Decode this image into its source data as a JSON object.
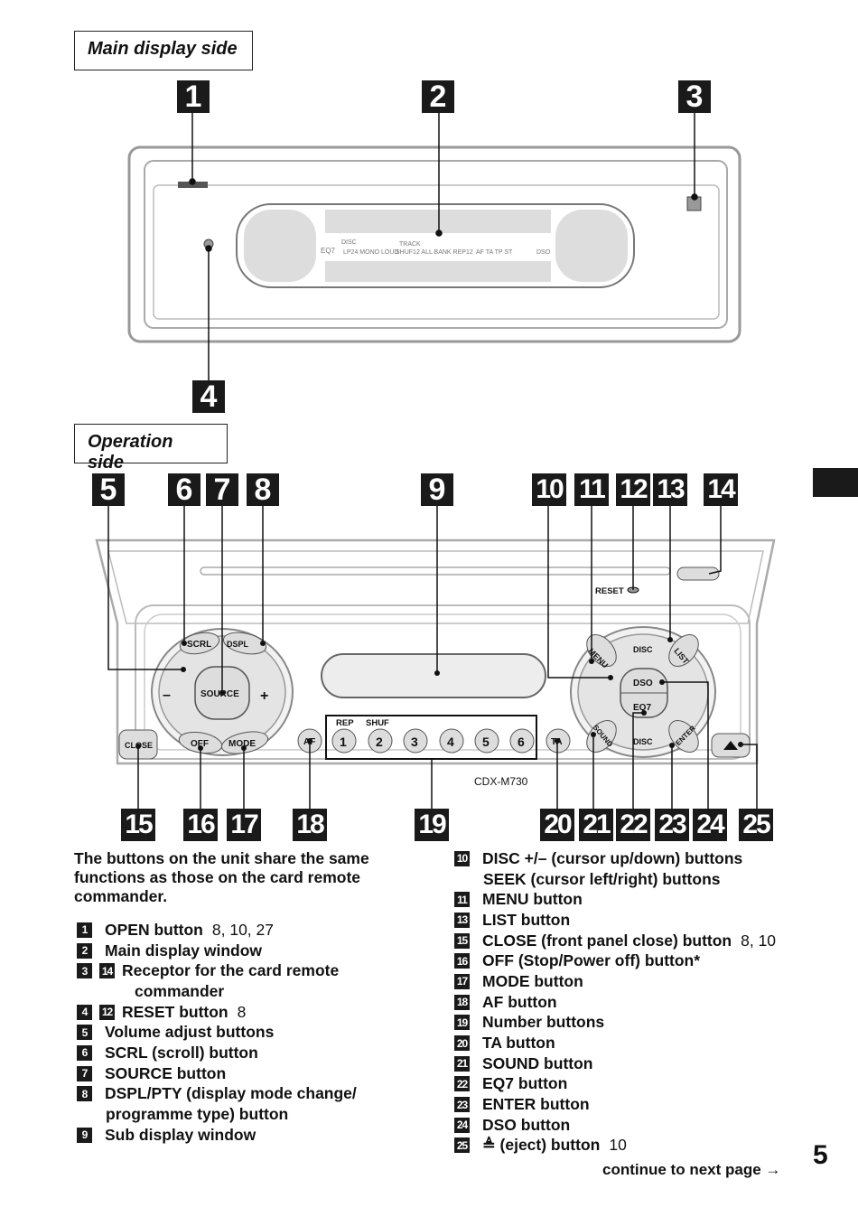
{
  "sections": {
    "main_display_side": "Main display side",
    "operation_side": "Operation side"
  },
  "callouts": [
    "1",
    "2",
    "3",
    "4",
    "5",
    "6",
    "7",
    "8",
    "9",
    "10",
    "11",
    "12",
    "13",
    "14",
    "15",
    "16",
    "17",
    "18",
    "19",
    "20",
    "21",
    "22",
    "23",
    "24",
    "25"
  ],
  "device": {
    "model": "CDX-M730",
    "reset_label": "RESET",
    "display_text": {
      "disc": "DISC",
      "track": "TRACK",
      "eq7": "EQ7",
      "lp24": "LP24 MONO LOUD",
      "shuf": "SHUF12 ALL BANK REP12",
      "af": "AF TA TP ST",
      "dso": "DSO"
    },
    "buttons": {
      "scrl": "SCRL",
      "dspl": "DSPL",
      "source": "SOURCE",
      "minus": "–",
      "plus": "+",
      "off": "OFF",
      "mode": "MODE",
      "close": "CLOSE",
      "af": "AF",
      "ta": "TA",
      "rep": "REP",
      "shuf": "SHUF",
      "numbers": [
        "1",
        "2",
        "3",
        "4",
        "5",
        "6"
      ],
      "menu": "MENU",
      "list": "LIST",
      "disc_plus": "DISC",
      "dso": "DSO",
      "eq7": "EQ7",
      "disc_minus": "DISC",
      "sound": "SOUND",
      "enter": "ENTER"
    }
  },
  "intro": "The buttons on the unit share the same functions as those on the card remote commander.",
  "left_list": [
    {
      "tags": [
        "1"
      ],
      "text": "OPEN button",
      "pages": "8, 10, 27"
    },
    {
      "tags": [
        "2"
      ],
      "text": "Main display window",
      "pages": ""
    },
    {
      "tags": [
        "3",
        "14"
      ],
      "text": "Receptor for the card remote",
      "pages": ""
    },
    {
      "tags": [],
      "text": "commander",
      "pages": "",
      "cont": 2
    },
    {
      "tags": [
        "4",
        "12"
      ],
      "text": "RESET button",
      "pages": "8"
    },
    {
      "tags": [
        "5"
      ],
      "text": "Volume adjust buttons",
      "pages": ""
    },
    {
      "tags": [
        "6"
      ],
      "text": "SCRL (scroll) button",
      "pages": ""
    },
    {
      "tags": [
        "7"
      ],
      "text": "SOURCE button",
      "pages": ""
    },
    {
      "tags": [
        "8"
      ],
      "text": "DSPL/PTY (display mode change/",
      "pages": ""
    },
    {
      "tags": [],
      "text": "programme type) button",
      "pages": "",
      "cont": 1
    },
    {
      "tags": [
        "9"
      ],
      "text": "Sub display window",
      "pages": ""
    }
  ],
  "right_list": [
    {
      "tags": [
        "10"
      ],
      "text": "DISC +/– (cursor up/down) buttons",
      "pages": ""
    },
    {
      "tags": [],
      "text": "SEEK (cursor left/right) buttons",
      "pages": "",
      "cont": 1
    },
    {
      "tags": [
        "11"
      ],
      "text": "MENU button",
      "pages": ""
    },
    {
      "tags": [
        "13"
      ],
      "text": "LIST button",
      "pages": ""
    },
    {
      "tags": [
        "15"
      ],
      "text": "CLOSE (front panel close) button",
      "pages": "8, 10"
    },
    {
      "tags": [
        "16"
      ],
      "text": "OFF (Stop/Power off) button*",
      "pages": ""
    },
    {
      "tags": [
        "17"
      ],
      "text": "MODE button",
      "pages": ""
    },
    {
      "tags": [
        "18"
      ],
      "text": "AF button",
      "pages": ""
    },
    {
      "tags": [
        "19"
      ],
      "text": "Number buttons",
      "pages": ""
    },
    {
      "tags": [
        "20"
      ],
      "text": "TA button",
      "pages": ""
    },
    {
      "tags": [
        "21"
      ],
      "text": "SOUND button",
      "pages": ""
    },
    {
      "tags": [
        "22"
      ],
      "text": "EQ7 button",
      "pages": ""
    },
    {
      "tags": [
        "23"
      ],
      "text": "ENTER button",
      "pages": ""
    },
    {
      "tags": [
        "24"
      ],
      "text": "DSO button",
      "pages": ""
    },
    {
      "tags": [
        "25"
      ],
      "text": "≜ (eject) button",
      "pages": "10"
    }
  ],
  "continue_text": "continue to next page →",
  "page_number": "5"
}
